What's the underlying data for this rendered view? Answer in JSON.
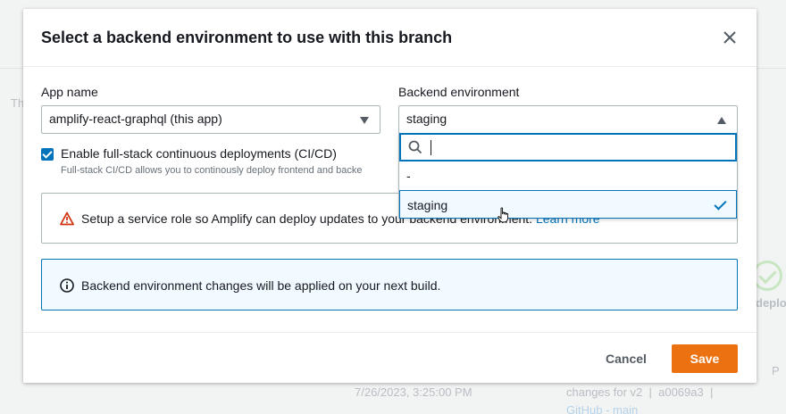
{
  "background": {
    "partial_text_left": "Th",
    "partial_text_right": "deplo",
    "partial_text_right2": "P",
    "timestamp": "7/26/2023, 3:25:00 PM",
    "commit_message": "changes for v2",
    "commit_hash": "a0069a3",
    "repo_link": "GitHub - main"
  },
  "modal": {
    "title": "Select a backend environment to use with this branch",
    "app_name_label": "App name",
    "app_name_value": "amplify-react-graphql (this app)",
    "backend_env_label": "Backend environment",
    "backend_env_value": "staging",
    "cicd_label": "Enable full-stack continuous deployments (CI/CD)",
    "cicd_description": "Full-stack CI/CD allows you to continously deploy frontend and backe",
    "warning_text": "Setup a service role so Amplify can deploy updates to your backend environment.",
    "warning_link": "Learn more",
    "info_text": "Backend environment changes will be applied on your next build.",
    "cancel_label": "Cancel",
    "save_label": "Save"
  },
  "dropdown": {
    "search_value": "",
    "options": [
      "-",
      "staging"
    ],
    "selected_option": "staging"
  },
  "colors": {
    "primary": "#0073bb",
    "save_button": "#ec7211",
    "warning": "#d13212"
  }
}
